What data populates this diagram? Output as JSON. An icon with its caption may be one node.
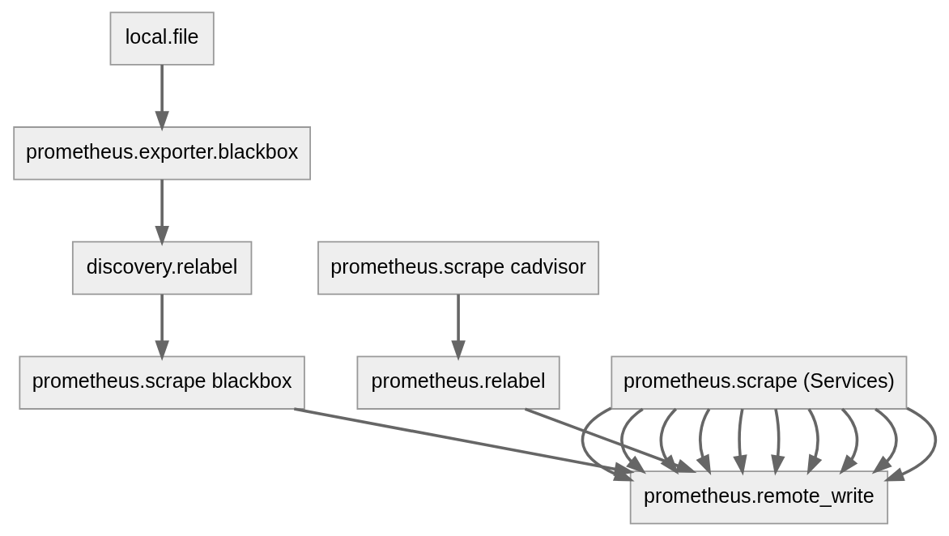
{
  "diagram": {
    "nodes": [
      {
        "text": [
          "local.file"
        ]
      },
      {
        "text": [
          "prometheus.exporter.blackbox"
        ]
      },
      {
        "text": [
          "discovery.relabel"
        ]
      },
      {
        "text": [
          "prometheus.scrape blackbox"
        ]
      },
      {
        "text": [
          "prometheus.scrape cadvisor"
        ]
      },
      {
        "text": [
          "prometheus.relabel"
        ]
      },
      {
        "text": [
          "prometheus.scrape (Services)"
        ]
      },
      {
        "text": [
          "prometheus.remote_write"
        ]
      }
    ],
    "edges": [
      {
        "from": 0,
        "to": 1,
        "arrow": "to"
      },
      {
        "from": 1,
        "to": 2,
        "arrow": "to"
      },
      {
        "from": 2,
        "to": 3,
        "arrow": "to"
      },
      {
        "from": 4,
        "to": 5,
        "arrow": "to"
      },
      {
        "from": 3,
        "to": 7,
        "arrow": "to"
      },
      {
        "from": 5,
        "to": 7,
        "arrow": "to"
      },
      {
        "from": 6,
        "to": 7,
        "arrow": "to"
      },
      {
        "from": 6,
        "to": 7,
        "arrow": "to"
      },
      {
        "from": 6,
        "to": 7,
        "arrow": "to"
      },
      {
        "from": 6,
        "to": 7,
        "arrow": "to"
      },
      {
        "from": 6,
        "to": 7,
        "arrow": "to"
      },
      {
        "from": 6,
        "to": 7,
        "arrow": "to"
      },
      {
        "from": 6,
        "to": 7,
        "arrow": "to"
      },
      {
        "from": 6,
        "to": 7,
        "arrow": "to"
      },
      {
        "from": 6,
        "to": 7,
        "arrow": "to"
      },
      {
        "from": 6,
        "to": 7,
        "arrow": "to"
      }
    ]
  }
}
